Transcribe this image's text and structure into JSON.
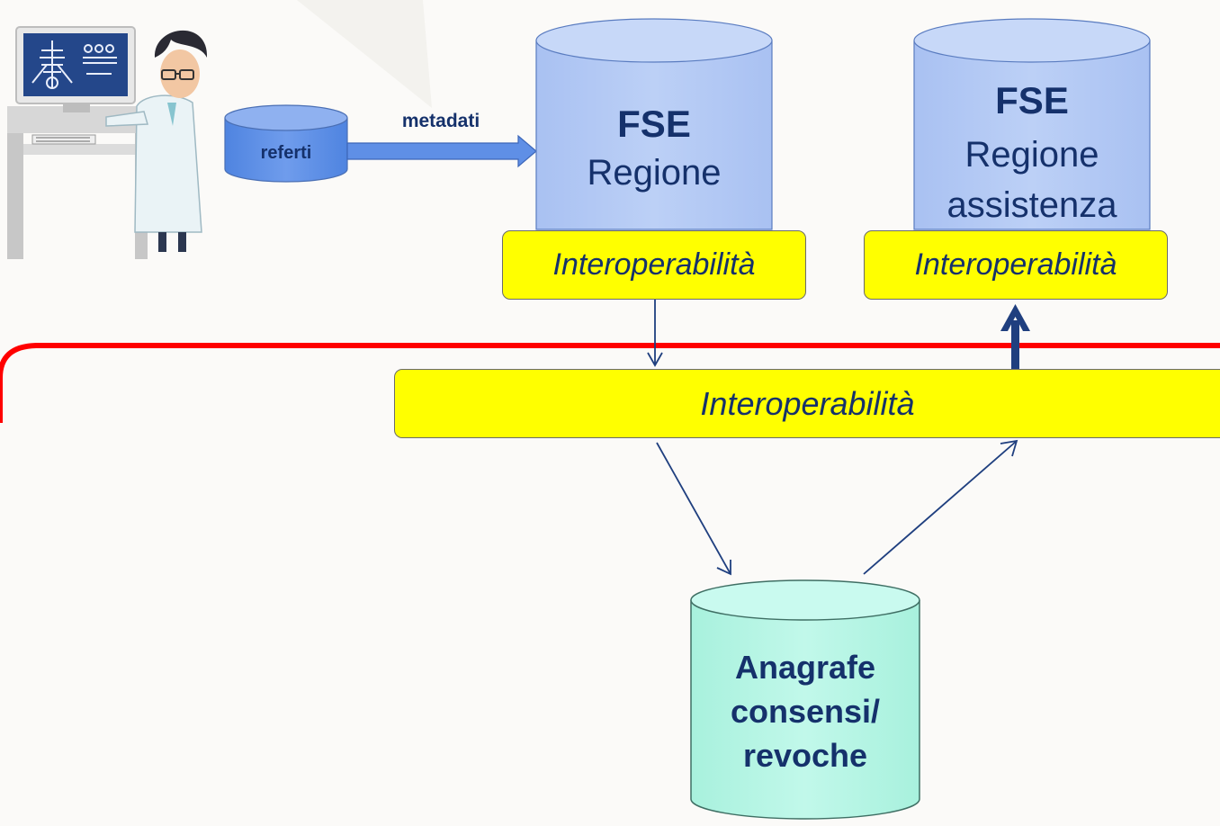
{
  "labels": {
    "referti": "referti",
    "metadati": "metadati",
    "fse_left_title": "FSE",
    "fse_left_sub": "Regione",
    "fse_right_title": "FSE",
    "fse_right_sub1": "Regione",
    "fse_right_sub2": "assistenza",
    "interop_left": "Interoperabilità",
    "interop_right": "Interoperabilità",
    "interop_center": "Interoperabilità",
    "anagrafe_l1": "Anagrafe",
    "anagrafe_l2": "consensi/",
    "anagrafe_l3": "revoche"
  },
  "colors": {
    "background": "#fbfaf8",
    "db_blue": "#b3c8f3",
    "db_mid_blue": "#5b8ee6",
    "db_teal": "#b4f5e4",
    "interop_yellow": "#ffff00",
    "boundary_red": "#ff0000",
    "text_navy": "#15316b",
    "arrow_navy": "#1f3f7f"
  },
  "icons": {
    "doctor": "doctor-at-xray-workstation-icon"
  }
}
